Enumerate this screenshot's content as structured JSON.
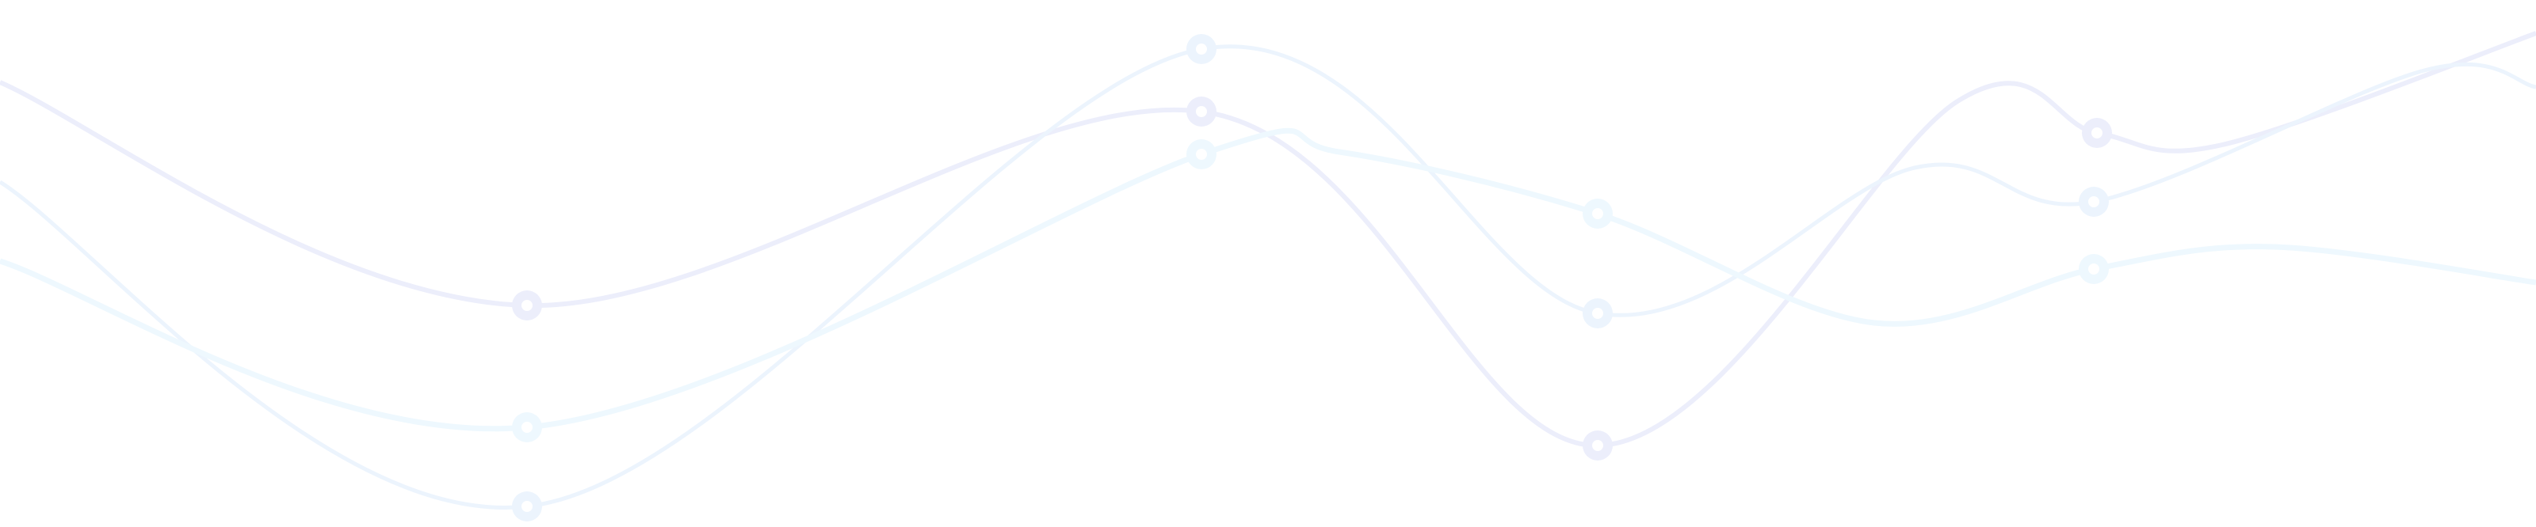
{
  "background": {
    "color": "#ffffff",
    "lines": [
      {
        "name": "wave-lavender",
        "color": "#eceefb"
      },
      {
        "name": "wave-blue-thin",
        "color": "#ecf4fd"
      },
      {
        "name": "wave-blue-thick",
        "color": "#eef8fe"
      }
    ]
  }
}
